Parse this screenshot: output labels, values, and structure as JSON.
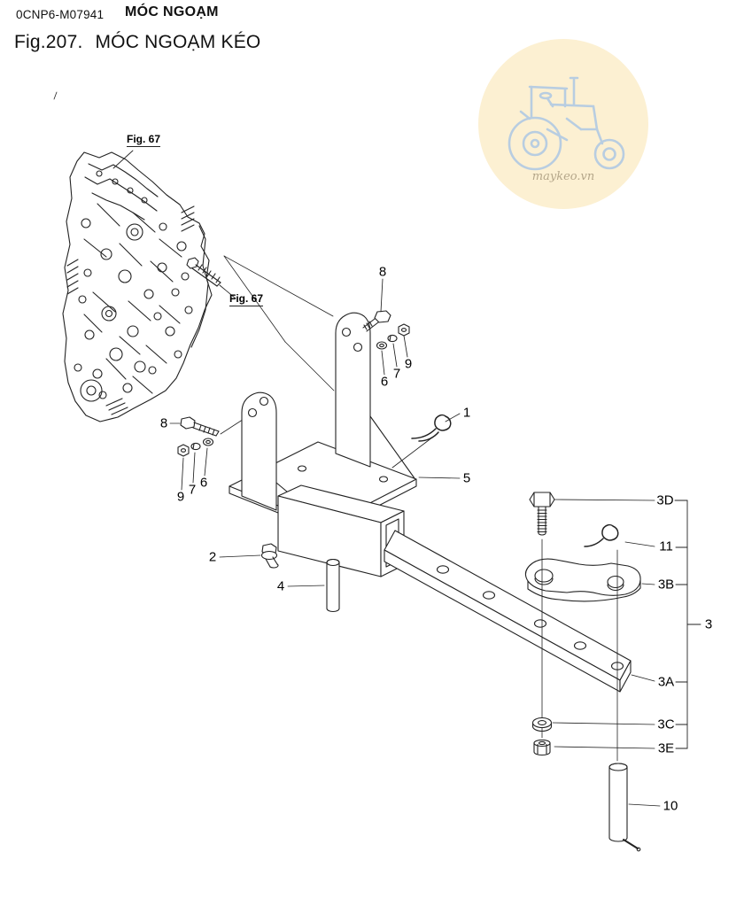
{
  "header": {
    "doc_code": "0CNP6-M07941",
    "section_title": "MÓC NGOẠM",
    "figure_label": "Fig.207.",
    "figure_title": "MÓC NGOẠM KÉO"
  },
  "references": {
    "fig67": "Fig. 67"
  },
  "watermark": {
    "site": "maykeo.vn",
    "circle_color": "#fcf0d2",
    "line_color": "#b8cde1"
  },
  "callouts": {
    "n1": "1",
    "n2": "2",
    "n3": "3",
    "n3a": "3A",
    "n3b": "3B",
    "n3c": "3C",
    "n3d": "3D",
    "n3e": "3E",
    "n4": "4",
    "n5": "5",
    "n6": "6",
    "n7": "7",
    "n8": "8",
    "n9": "9",
    "n10": "10",
    "n11": "11"
  }
}
